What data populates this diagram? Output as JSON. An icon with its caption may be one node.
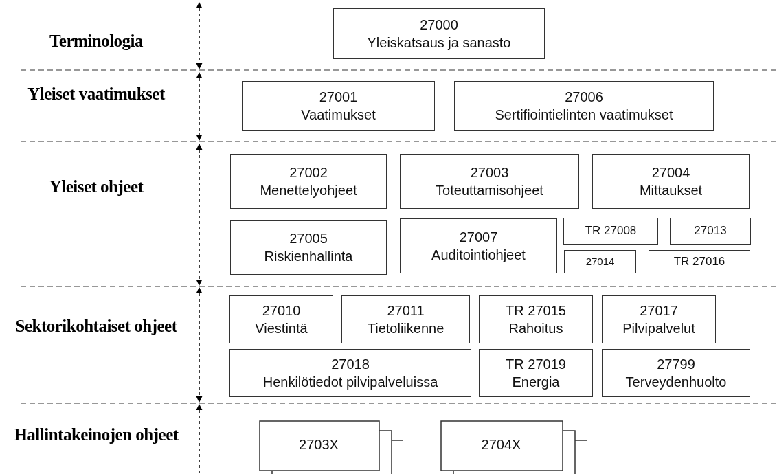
{
  "diagram": {
    "nodes": [
      {
        "text": [
          "27000",
          "Yleiskatsaus ja sanasto"
        ]
      },
      {
        "text": [
          "27001",
          "Vaatimukset"
        ]
      },
      {
        "text": [
          "27006",
          "Sertifiointielinten vaatimukset"
        ]
      },
      {
        "text": [
          "27002",
          "Menettelyohjeet"
        ]
      },
      {
        "text": [
          "27003",
          "Toteuttamisohjeet"
        ]
      },
      {
        "text": [
          "27004",
          "Mittaukset"
        ]
      },
      {
        "text": [
          "27005",
          "Riskienhallinta"
        ]
      },
      {
        "text": [
          "27007",
          "Auditointiohjeet"
        ]
      },
      {
        "text": [
          "TR 27008"
        ]
      },
      {
        "text": [
          "27013"
        ]
      },
      {
        "text": [
          "27014"
        ]
      },
      {
        "text": [
          "TR 27016"
        ]
      },
      {
        "text": [
          "27010",
          "Viestintä"
        ]
      },
      {
        "text": [
          "27011",
          "Tietoliikenne"
        ]
      },
      {
        "text": [
          "TR 27015",
          "Rahoitus"
        ]
      },
      {
        "text": [
          "27017",
          "Pilvipalvelut"
        ]
      },
      {
        "text": [
          "27018",
          "Henkilötiedot pilvipalveluissa"
        ]
      },
      {
        "text": [
          "TR 27019",
          "Energia"
        ]
      },
      {
        "text": [
          "27799",
          "Terveydenhuolto"
        ]
      },
      {
        "text": [
          "2703X"
        ]
      },
      {
        "text": [
          "2704X"
        ]
      }
    ],
    "labels": [
      "Terminologia",
      "Yleiset vaatimukset",
      "Yleiset ohjeet",
      "Sektorikohtaiset ohjeet",
      "Hallintakeinojen ohjeet"
    ]
  }
}
